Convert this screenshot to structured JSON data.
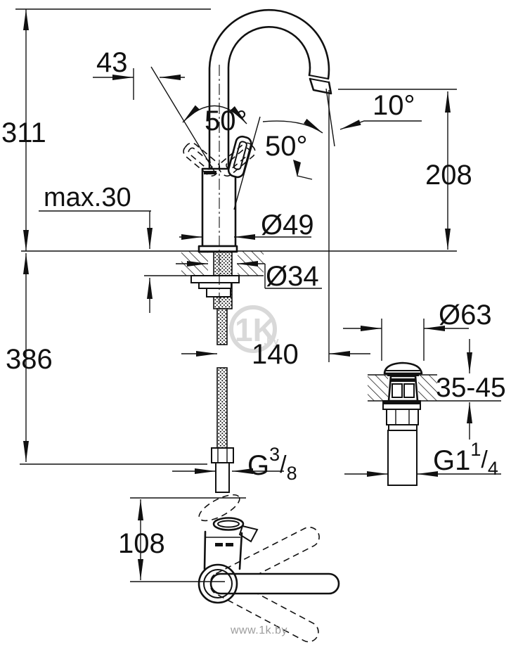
{
  "title": "Single-lever basin mixer installation dimensional drawing",
  "colors": {
    "ink": "#111111",
    "watermark": "#d9d9d9",
    "site_text": "#9c9c9c",
    "background": "#ffffff"
  },
  "watermark": {
    "logo_main": "1K",
    "logo_suffix": ".by",
    "site_url": "www.1k.by"
  },
  "dimensions": {
    "total_height": "311",
    "hose_drop": "386",
    "spout_back_offset": "43",
    "handle_swing_left": "50°",
    "handle_swing_right": "50°",
    "outflow_angle": "10°",
    "outlet_height": "208",
    "deck_max_thickness": "max.30",
    "body_diameter": "Ø49",
    "hole_diameter": "Ø34",
    "spout_projection": "140",
    "waste_cap_diameter": "Ø63",
    "basin_thickness_range": "35-45",
    "top_view_depth": "108",
    "supply_thread": {
      "prefix": "G",
      "sup": "3",
      "slash": "/",
      "sub": "8"
    },
    "waste_thread": {
      "prefix": "G1",
      "sup": "1",
      "slash": "/",
      "sub": "4"
    }
  }
}
